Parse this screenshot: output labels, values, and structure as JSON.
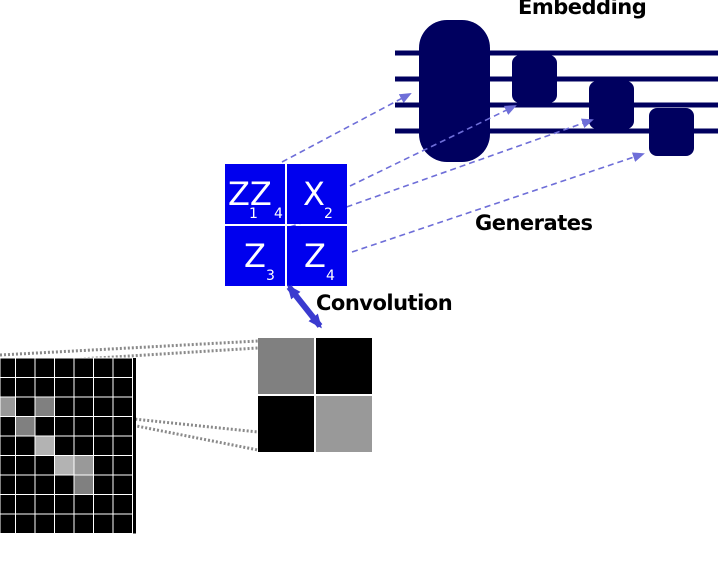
{
  "labels": {
    "embedding": "Embedding",
    "generates": "Generates",
    "convolution": "Convolution"
  },
  "qubit_grid": [
    {
      "main": "ZZ",
      "subs": [
        "1",
        "4"
      ]
    },
    {
      "main": "X",
      "subs": [
        "2"
      ]
    },
    {
      "main": "Z",
      "subs": [
        "3"
      ]
    },
    {
      "main": "Z",
      "subs": [
        "4"
      ]
    }
  ],
  "kernel_2x2": [
    [
      0.5,
      0.0
    ],
    [
      0.0,
      0.6
    ]
  ],
  "image_grid": [
    [
      0,
      0,
      0,
      0,
      0,
      0,
      0
    ],
    [
      0,
      0,
      0,
      0,
      0,
      0,
      0
    ],
    [
      0.6,
      0,
      0.5,
      0,
      0,
      0,
      0
    ],
    [
      0,
      0.5,
      0,
      0,
      0,
      0,
      0
    ],
    [
      0,
      0,
      0.7,
      0,
      0,
      0,
      0
    ],
    [
      0,
      0,
      0,
      0.7,
      0.6,
      0,
      0
    ],
    [
      0,
      0,
      0,
      0,
      0.5,
      0,
      0
    ],
    [
      0,
      0,
      0,
      0,
      0,
      0,
      0
    ],
    [
      0,
      0,
      0,
      0,
      0,
      0,
      0
    ]
  ],
  "colors": {
    "circuit": "#00005f",
    "qubit_tile": "#0000ee",
    "arrow": "#6e6ed8",
    "convolution_arrow": "#3a3acf",
    "dotted": "#8a8a8a"
  }
}
